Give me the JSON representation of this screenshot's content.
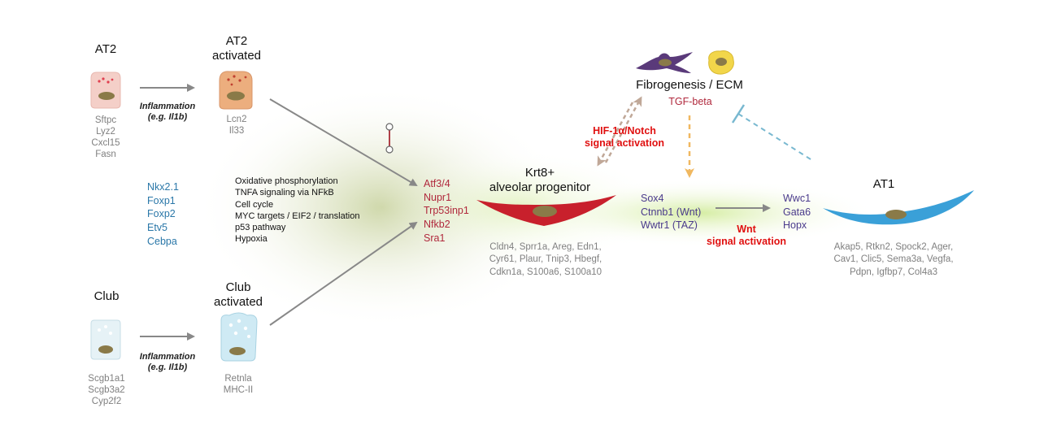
{
  "at2": {
    "title": "AT2",
    "markers": [
      "Sftpc",
      "Lyz2",
      "Cxcl15",
      "Fasn"
    ]
  },
  "at2_activated": {
    "title_line1": "AT2",
    "title_line2": "activated",
    "markers": [
      "Lcn2",
      "Il33"
    ]
  },
  "club": {
    "title": "Club",
    "markers": [
      "Scgb1a1",
      "Scgb3a2",
      "Cyp2f2"
    ]
  },
  "club_activated": {
    "title_line1": "Club",
    "title_line2": "activated",
    "markers": [
      "Retnla",
      "MHC-II"
    ]
  },
  "inflammation": {
    "line1": "Inflammation",
    "line2": "(e.g. Il1b)"
  },
  "transcription_factors": [
    "Nkx2.1",
    "Foxp1",
    "Foxp2",
    "Etv5",
    "Cebpa"
  ],
  "pathways": [
    "Oxidative phosphorylation",
    "TNFA signaling via NFkB",
    "Cell cycle",
    "MYC targets / EIF2 / translation",
    "p53 pathway",
    "Hypoxia"
  ],
  "krt8": {
    "title_line1": "Krt8+",
    "title_line2": "alveolar progenitor",
    "upstream_genes": [
      "Atf3/4",
      "Nupr1",
      "Trp53inp1",
      "Nfkb2",
      "Sra1"
    ],
    "markers": [
      "Cldn4, Sprr1a, Areg, Edn1,",
      "Cyr61,  Plaur, Tnip3, Hbegf,",
      "Cdkn1a, S100a6, S100a10"
    ]
  },
  "fibrogenesis": {
    "title": "Fibrogenesis / ECM",
    "factor": "TGF-beta"
  },
  "hif_signal": {
    "line1": "HIF-1α/Notch",
    "line2": "signal activation"
  },
  "wnt_signal": {
    "line1": "Wnt",
    "line2": "signal activation"
  },
  "transition_genes": [
    "Sox4",
    "Ctnnb1 (Wnt)",
    "Wwtr1 (TAZ)"
  ],
  "at1": {
    "title": "AT1",
    "upstream_genes": [
      "Wwc1",
      "Gata6",
      "Hopx"
    ],
    "markers": [
      "Akap5, Rtkn2, Spock2, Ager,",
      "Cav1, Clic5, Sema3a, Vegfa,",
      "Pdpn, Igfbp7, Col4a3"
    ]
  },
  "colors": {
    "gene_red": "#b0283c",
    "gene_blue": "#2a77a8",
    "gene_purple": "#4a3a8c",
    "signal_red": "#e01010",
    "krt8_cell": "#c8202c",
    "at1_cell": "#3aa0d8",
    "at2_cell": "#f4cfc8",
    "club_cell": "#d4ecf2",
    "fibroblast": "#5a3a7a",
    "macrophage": "#f2d64a"
  }
}
